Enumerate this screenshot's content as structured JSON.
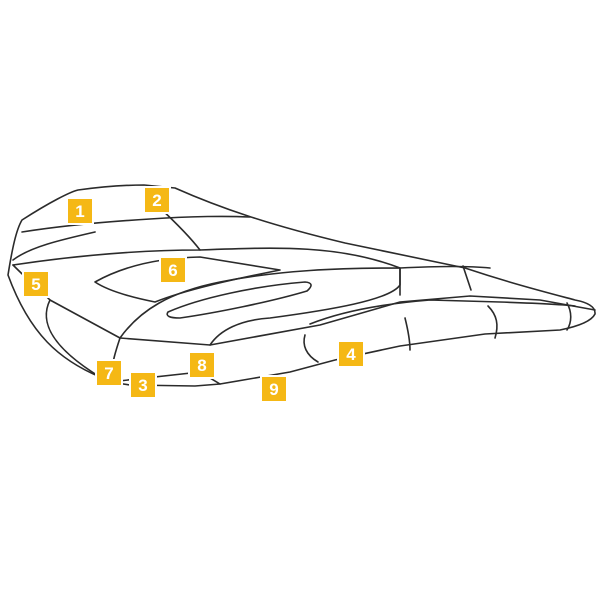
{
  "style": {
    "callout_color": "#f5b815",
    "line_color": "#2b2b2b",
    "background": "#ffffff"
  },
  "callouts": [
    {
      "id": "1",
      "label": "1"
    },
    {
      "id": "2",
      "label": "2"
    },
    {
      "id": "3",
      "label": "3"
    },
    {
      "id": "4",
      "label": "4"
    },
    {
      "id": "5",
      "label": "5"
    },
    {
      "id": "6",
      "label": "6"
    },
    {
      "id": "7",
      "label": "7"
    },
    {
      "id": "8",
      "label": "8"
    },
    {
      "id": "9",
      "label": "9"
    }
  ]
}
